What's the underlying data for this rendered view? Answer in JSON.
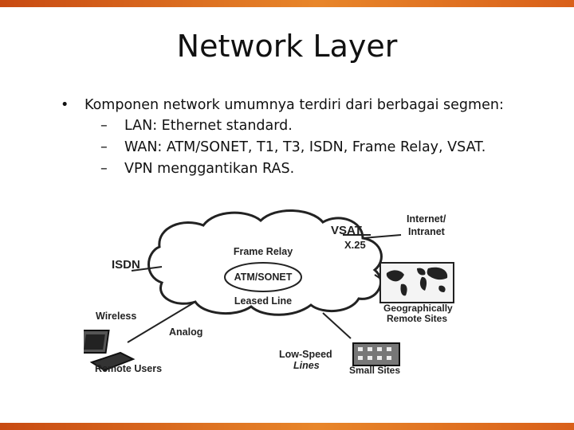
{
  "slide": {
    "title": "Network Layer",
    "bullet": "Komponen network umumnya terdiri dari berbagai segmen:",
    "sub_bullets": [
      "LAN: Ethernet standard.",
      "WAN: ATM/SONET, T1, T3, ISDN, Frame Relay, VSAT.",
      "VPN menggantikan RAS."
    ],
    "bullet_marker": "•",
    "dash_marker": "–"
  },
  "diagram": {
    "cloud_labels": [
      "Frame Relay",
      "ATM/SONET",
      "Leased Line"
    ],
    "isdn": "ISDN",
    "vsat": "VSAT",
    "x25": "X.25",
    "internet": [
      "Internet/",
      "Intranet"
    ],
    "geo": [
      "Geographically",
      "Remote Sites"
    ],
    "wireless": "Wireless",
    "analog": "Analog",
    "remote_users": "Remote Users",
    "low_speed": [
      "Low-Speed",
      "Lines"
    ],
    "small_sites": "Small Sites"
  },
  "colors": {
    "accent": "#e07020",
    "text": "#111111"
  }
}
